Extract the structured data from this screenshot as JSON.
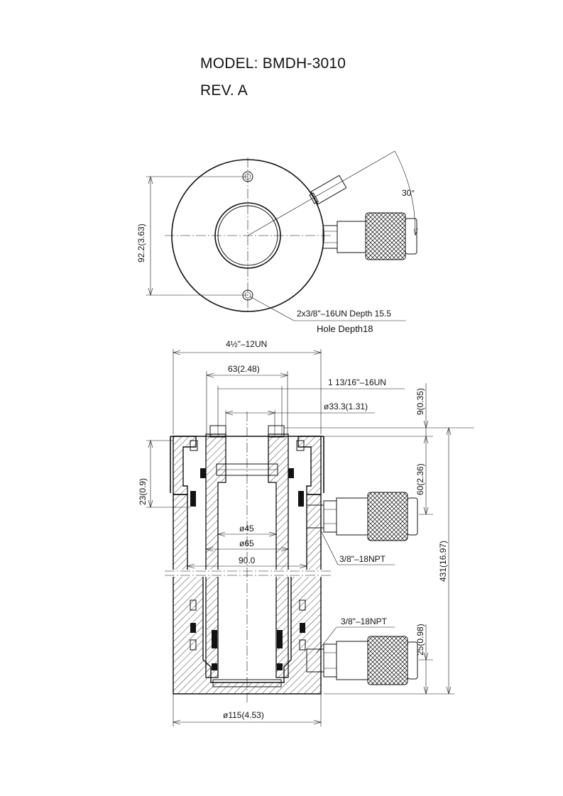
{
  "header": {
    "model": "MODEL: BMDH-3010",
    "rev": "REV. A"
  },
  "top_view": {
    "angle": "30°",
    "height_dim": "92.2(3.63)",
    "thread_note": "2x3/8\"–16UN  Depth  15.5",
    "hole_note": "Hole  Depth18"
  },
  "section_view": {
    "outer_thread": "4½\"–12UN",
    "dim_63": "63(2.48)",
    "inner_thread": "1  13/16''–16UN",
    "dia_33": "ø33.3(1.31)",
    "dim_9": "9(0.35)",
    "dim_60": "60(2.36)",
    "dim_23": "23(0.9)",
    "dim_431": "431(16.97)",
    "dia_45": "ø45",
    "dia_65": "ø65",
    "dim_90": "90.0",
    "port_upper": "3/8\"–18NPT",
    "port_lower": "3/8\"–18NPT",
    "dim_25": "25(0.98)",
    "dia_115": "ø115(4.53)"
  },
  "colors": {
    "line": "#111111",
    "background": "#ffffff"
  }
}
